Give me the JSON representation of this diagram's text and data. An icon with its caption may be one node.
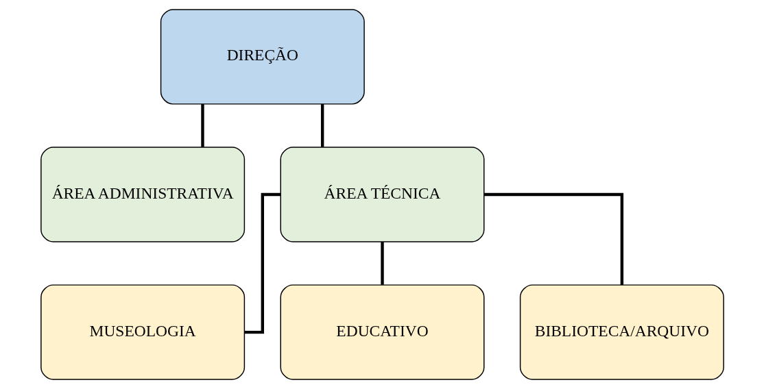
{
  "diagram": {
    "nodes": [
      {
        "text": [
          "DIREÇÃO"
        ]
      },
      {
        "text": [
          "ÁREA ADMINISTRATIVA"
        ]
      },
      {
        "text": [
          "ÁREA TÉCNICA"
        ]
      },
      {
        "text": [
          "MUSEOLOGIA"
        ]
      },
      {
        "text": [
          "EDUCATIVO"
        ]
      },
      {
        "text": [
          "BIBLIOTECA/ARQUIVO"
        ]
      }
    ],
    "edges": [
      {
        "from": 0,
        "to": 1,
        "arrow": "none"
      },
      {
        "from": 0,
        "to": 2,
        "arrow": "none"
      },
      {
        "from": 2,
        "to": 3,
        "arrow": "none"
      },
      {
        "from": 2,
        "to": 4,
        "arrow": "none"
      },
      {
        "from": 2,
        "to": 5,
        "arrow": "none"
      }
    ]
  }
}
